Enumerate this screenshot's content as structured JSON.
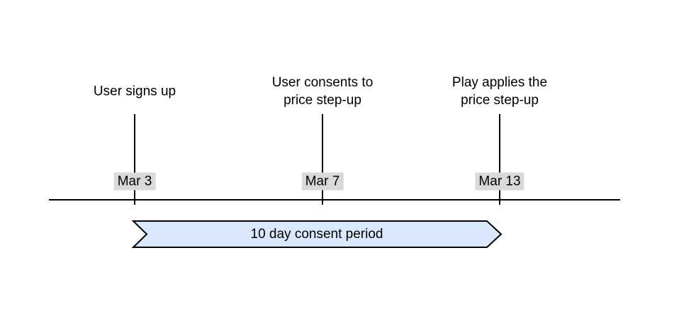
{
  "diagram": {
    "type": "timeline",
    "background_color": "#ffffff",
    "axis_color": "#000000",
    "date_label_background": "#d9d9d9",
    "text_color": "#000000",
    "events": [
      {
        "title_lines": [
          "User signs up"
        ],
        "date": "Mar 3"
      },
      {
        "title_lines": [
          "User consents to",
          "price step-up"
        ],
        "date": "Mar 7"
      },
      {
        "title_lines": [
          "Play applies the",
          "price step-up"
        ],
        "date": "Mar 13"
      }
    ],
    "banner": {
      "label": "10 day consent period",
      "fill": "#dae8fc",
      "stroke": "#000000"
    }
  }
}
